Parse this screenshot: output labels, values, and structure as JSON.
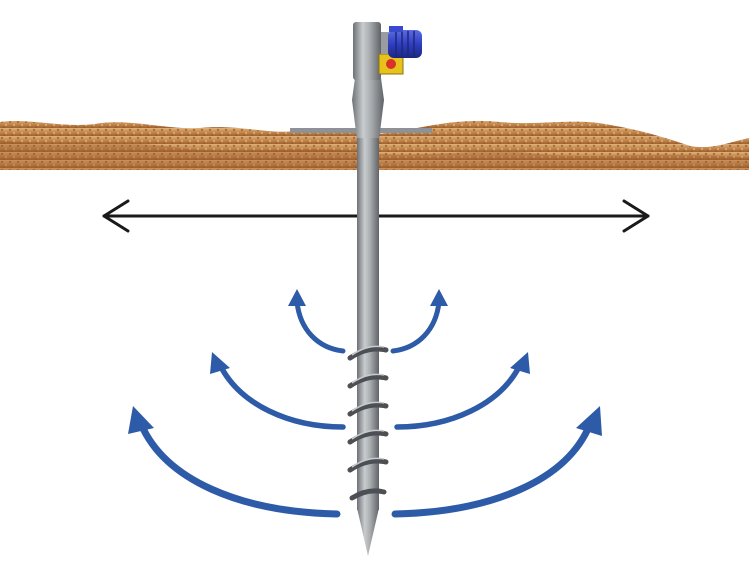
{
  "diagram": {
    "colors": {
      "background": "#ffffff",
      "soil_light": "#d4a06a",
      "soil_dark": "#9a5a2a",
      "shaft": "#a9acaf",
      "shaft_dark": "#6d7175",
      "motor_blue": "#2f3fbf",
      "control_box": "#e6c21a",
      "arrow_blue": "#2e5ba8",
      "arrow_black": "#1a1a1a"
    },
    "components": [
      "soil-layer",
      "screw-pile",
      "electric-motor",
      "control-box",
      "helical-flight",
      "horizontal-double-arrow",
      "upward-flow-arrows"
    ],
    "flow_arrow_pairs": 3
  }
}
